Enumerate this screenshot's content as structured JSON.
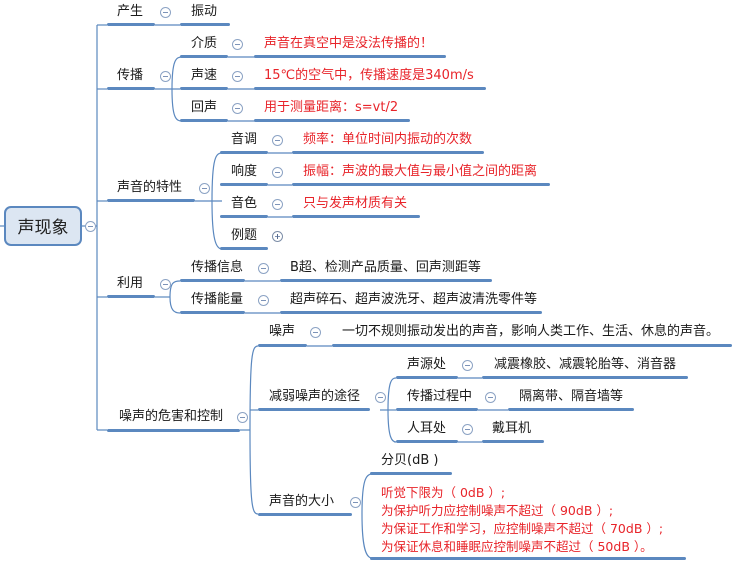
{
  "root": {
    "label": "声现象"
  },
  "branches": [
    {
      "label": "产生",
      "children": [
        {
          "label": "振动"
        }
      ]
    },
    {
      "label": "传播",
      "children": [
        {
          "label": "介质",
          "note": "声音在真空中是没法传播的！"
        },
        {
          "label": "声速",
          "note": "15℃的空气中，传播速度是340m/s"
        },
        {
          "label": "回声",
          "note": "用于测量距离：s=vt/2"
        }
      ]
    },
    {
      "label": "声音的特性",
      "children": [
        {
          "label": "音调",
          "note": "频率：单位时间内振动的次数"
        },
        {
          "label": "响度",
          "note": "振幅：声波的最大值与最小值之间的距离"
        },
        {
          "label": "音色",
          "note": "只与发声材质有关"
        },
        {
          "label": "例题",
          "collapsed": true
        }
      ]
    },
    {
      "label": "利用",
      "children": [
        {
          "label": "传播信息",
          "note": "B超、检测产品质量、回声测距等"
        },
        {
          "label": "传播能量",
          "note": "超声碎石、超声波洗牙、超声波清洗零件等"
        }
      ]
    },
    {
      "label": "噪声的危害和控制",
      "children": [
        {
          "label": "噪声",
          "note": "一切不规则振动发出的声音，影响人类工作、生活、休息的声音。"
        },
        {
          "label": "减弱噪声的途径",
          "children": [
            {
              "label": "声源处",
              "note": "减震橡胶、减震轮胎等、消音器"
            },
            {
              "label": "传播过程中",
              "note": "隔离带、隔音墙等"
            },
            {
              "label": "人耳处",
              "note": "戴耳机"
            }
          ]
        },
        {
          "label": "声音的大小",
          "children": [
            {
              "label": "分贝(dB )"
            },
            {
              "lines": [
                "听觉下限为（ 0dB ）;",
                "为保护听力应控制噪声不超过（ 90dB ）;",
                "为保证工作和学习，应控制噪声不超过（ 70dB ）;",
                "为保证休息和睡眠应控制噪声不超过（ 50dB ）。"
              ]
            }
          ]
        }
      ]
    }
  ],
  "colors": {
    "line": "#5b88bf",
    "note": "#e8242a",
    "root_fill": "#dce6f2"
  }
}
